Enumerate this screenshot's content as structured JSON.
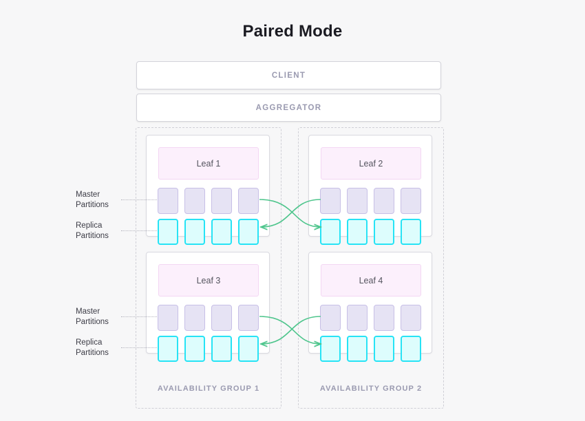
{
  "title": "Paired Mode",
  "accent_colors": {
    "master_fill": "#e6e3f4",
    "master_border": "#c7bfe6",
    "replica_fill": "#ddfdfd",
    "replica_border": "#26e3f5",
    "leaf_fill": "#fcf0fc",
    "leaf_border": "#f3d6f3",
    "connector": "#4ec58c",
    "label_muted": "#9a9ab0",
    "background": "#f7f7f8"
  },
  "topbars": [
    {
      "id": "client",
      "label": "CLIENT"
    },
    {
      "id": "aggregator",
      "label": "AGGREGATOR"
    }
  ],
  "groups": [
    {
      "id": "availability-group-1",
      "label": "AVAILABILITY GROUP 1",
      "leaves": [
        {
          "id": "leaf-1",
          "label": "Leaf 1",
          "master_count": 4,
          "replica_count": 4
        },
        {
          "id": "leaf-3",
          "label": "Leaf 3",
          "master_count": 4,
          "replica_count": 4
        }
      ]
    },
    {
      "id": "availability-group-2",
      "label": "AVAILABILITY GROUP 2",
      "leaves": [
        {
          "id": "leaf-2",
          "label": "Leaf 2",
          "master_count": 4,
          "replica_count": 4
        },
        {
          "id": "leaf-4",
          "label": "Leaf 4",
          "master_count": 4,
          "replica_count": 4
        }
      ]
    }
  ],
  "side_labels": [
    {
      "id": "master-top",
      "line1": "Master",
      "line2": "Partitions"
    },
    {
      "id": "replica-top",
      "line1": "Replica",
      "line2": "Partitions"
    },
    {
      "id": "master-bottom",
      "line1": "Master",
      "line2": "Partitions"
    },
    {
      "id": "replica-bottom",
      "line1": "Replica",
      "line2": "Partitions"
    }
  ],
  "connectors": [
    {
      "id": "leaf1-master-to-leaf2-replica",
      "from": "leaf-1 master",
      "to": "leaf-2 replica"
    },
    {
      "id": "leaf2-master-to-leaf1-replica",
      "from": "leaf-2 master",
      "to": "leaf-1 replica"
    },
    {
      "id": "leaf3-master-to-leaf4-replica",
      "from": "leaf-3 master",
      "to": "leaf-4 replica"
    },
    {
      "id": "leaf4-master-to-leaf3-replica",
      "from": "leaf-4 master",
      "to": "leaf-3 replica"
    }
  ]
}
